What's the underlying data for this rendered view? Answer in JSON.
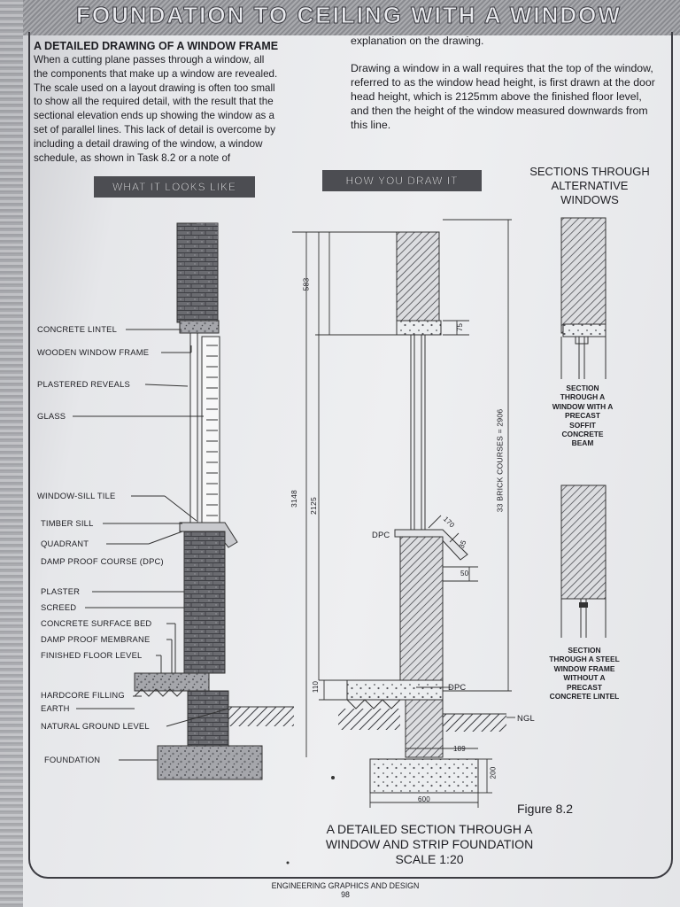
{
  "header": {
    "title": "FOUNDATION TO CEILING WITH A WINDOW"
  },
  "intro": {
    "heading": "A DETAILED DRAWING OF A WINDOW FRAME",
    "body_lines": [
      "When a cutting plane passes through a window, all",
      "the components that make up a window are revealed.",
      "The scale used on a layout drawing is often too small",
      "to show all the required detail, with the result that the",
      "sectional elevation ends up showing the window as a",
      "set of parallel lines. This lack of detail is overcome by",
      "including a detail drawing of the window, a window",
      "schedule, as shown in Task 8.2 or a note of"
    ]
  },
  "right_text": {
    "p1": "explanation on the drawing.",
    "p2": "Drawing a window in a wall requires that the top of the window, referred to as the window head height, is first drawn at the door head height, which is 2125mm above the finished floor level, and then the height of the window measured downwards from this line."
  },
  "tags": {
    "looks": "WHAT IT LOOKS LIKE",
    "draw": "HOW YOU DRAW IT"
  },
  "sections": {
    "title_lines": [
      "SECTIONS THROUGH",
      "ALTERNATIVE",
      "WINDOWS"
    ],
    "caption1": [
      "SECTION",
      "THROUGH A",
      "WINDOW WITH A",
      "PRECAST",
      "SOFFIT",
      "CONCRETE",
      "BEAM"
    ],
    "caption2": [
      "SECTION",
      "THROUGH A STEEL",
      "WINDOW FRAME",
      "WITHOUT A",
      "PRECAST",
      "CONCRETE LINTEL"
    ]
  },
  "labels": {
    "concrete_lintel": "CONCRETE LINTEL",
    "wooden_window_frame": "WOODEN WINDOW FRAME",
    "plastered_reveals": "PLASTERED REVEALS",
    "glass": "GLASS",
    "window_sill_tile": "WINDOW-SILL TILE",
    "timber_sill": "TIMBER SILL",
    "quadrant": "QUADRANT",
    "dpc_full": "DAMP PROOF COURSE (DPC)",
    "plaster": "PLASTER",
    "screed": "SCREED",
    "concrete_surface_bed": "CONCRETE SURFACE BED",
    "dpm": "DAMP PROOF MEMBRANE",
    "ffl": "FINISHED FLOOR LEVEL",
    "hardcore": "HARDCORE FILLING",
    "earth": "EARTH",
    "ngl_full": "NATURAL GROUND LEVEL",
    "foundation": "FOUNDATION"
  },
  "dims": {
    "d583": "583",
    "d75": "75",
    "d3148": "3148",
    "d2125": "2125",
    "d2906": "33 BRICK COURSES = 2906",
    "d170": "170",
    "d35": "35",
    "d50": "50",
    "d110": "110",
    "d189": "189",
    "d200": "200",
    "d600": "600",
    "dpc": "DPC",
    "ngl": "NGL"
  },
  "figure": {
    "number": "Figure 8.2"
  },
  "caption_lines": [
    "A DETAILED SECTION THROUGH A",
    "WINDOW AND STRIP FOUNDATION",
    "SCALE 1:20"
  ],
  "footer": {
    "book": "ENGINEERING GRAPHICS AND DESIGN",
    "page": "98"
  }
}
